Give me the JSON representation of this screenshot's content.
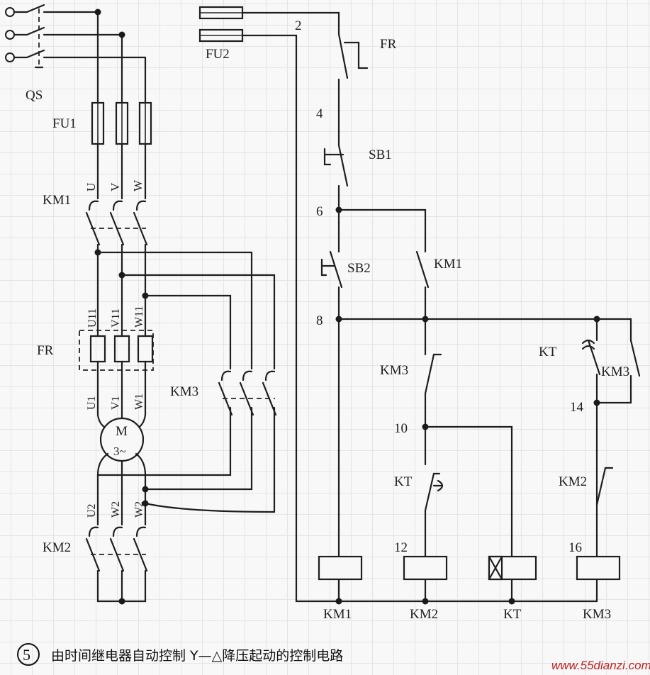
{
  "power": {
    "qs_label": "QS",
    "fu1_label": "FU1",
    "fu2_label": "FU2",
    "km1_label": "KM1",
    "km2_label": "KM2",
    "km3_label": "KM3",
    "fr_label": "FR",
    "motor_label": "M",
    "motor_sub": "3~",
    "phase_top": [
      "U",
      "V",
      "W"
    ],
    "phase_mid": [
      "U11",
      "V11",
      "W11"
    ],
    "phase_in": [
      "U1",
      "V1",
      "W1"
    ],
    "phase_out": [
      "U2",
      "W2",
      "W2"
    ]
  },
  "control": {
    "node_2": "2",
    "node_4": "4",
    "node_6": "6",
    "node_8": "8",
    "node_10": "10",
    "node_12": "12",
    "node_14": "14",
    "node_16": "16",
    "fr_label": "FR",
    "sb1_label": "SB1",
    "sb2_label": "SB2",
    "km1_label": "KM1",
    "km3_label": "KM3",
    "kt_label": "KT",
    "km3_label_2": "KM3",
    "kt_label_2": "KT",
    "km2_label": "KM2",
    "coils": [
      "KM1",
      "KM2",
      "KT",
      "KM3"
    ]
  },
  "caption": {
    "number": "5",
    "text": "由时间继电器自动控制 Y—△降压起动的控制电路"
  },
  "watermark": "www.55dianzi.com"
}
